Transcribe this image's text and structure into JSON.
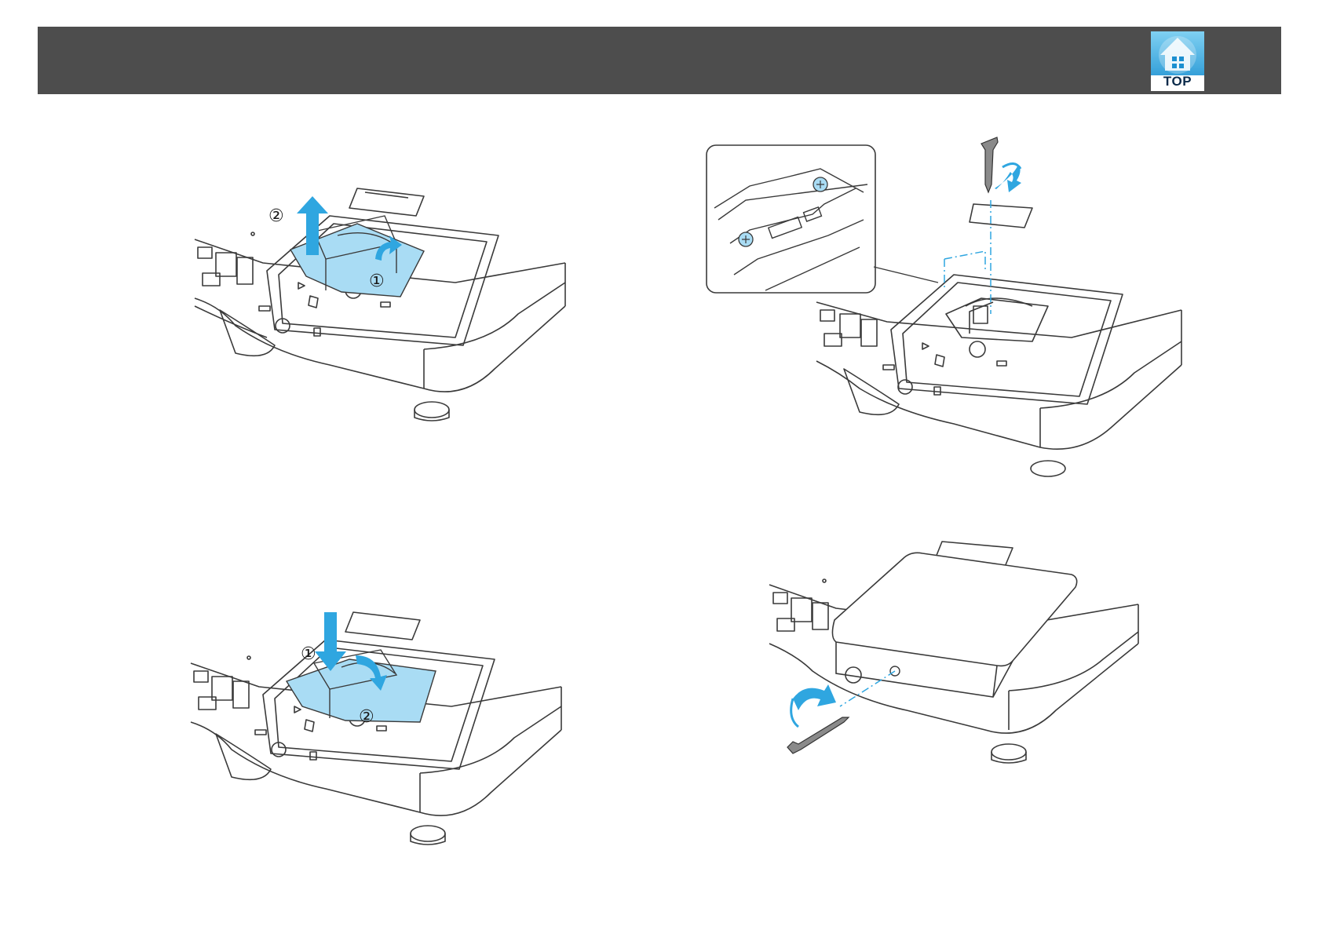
{
  "header": {
    "top_button_label": "TOP",
    "color_bar": "#4d4d4d"
  },
  "colors": {
    "accent_blue": "#2fa6e0",
    "lamp_fill": "#a9dcf4",
    "line": "#3a3a3a"
  },
  "figures": {
    "fig1": {
      "callouts": [
        "②",
        "①"
      ]
    },
    "fig2": {
      "callouts": [
        "①",
        "②"
      ]
    }
  },
  "icons": {
    "top_button": "house-arrow-icon",
    "screwdriver": "screwdriver-icon",
    "rotate_arrow": "rotate-arrow-icon",
    "lift_arrow": "arrow-up-icon",
    "push_arrow": "arrow-down-icon"
  }
}
